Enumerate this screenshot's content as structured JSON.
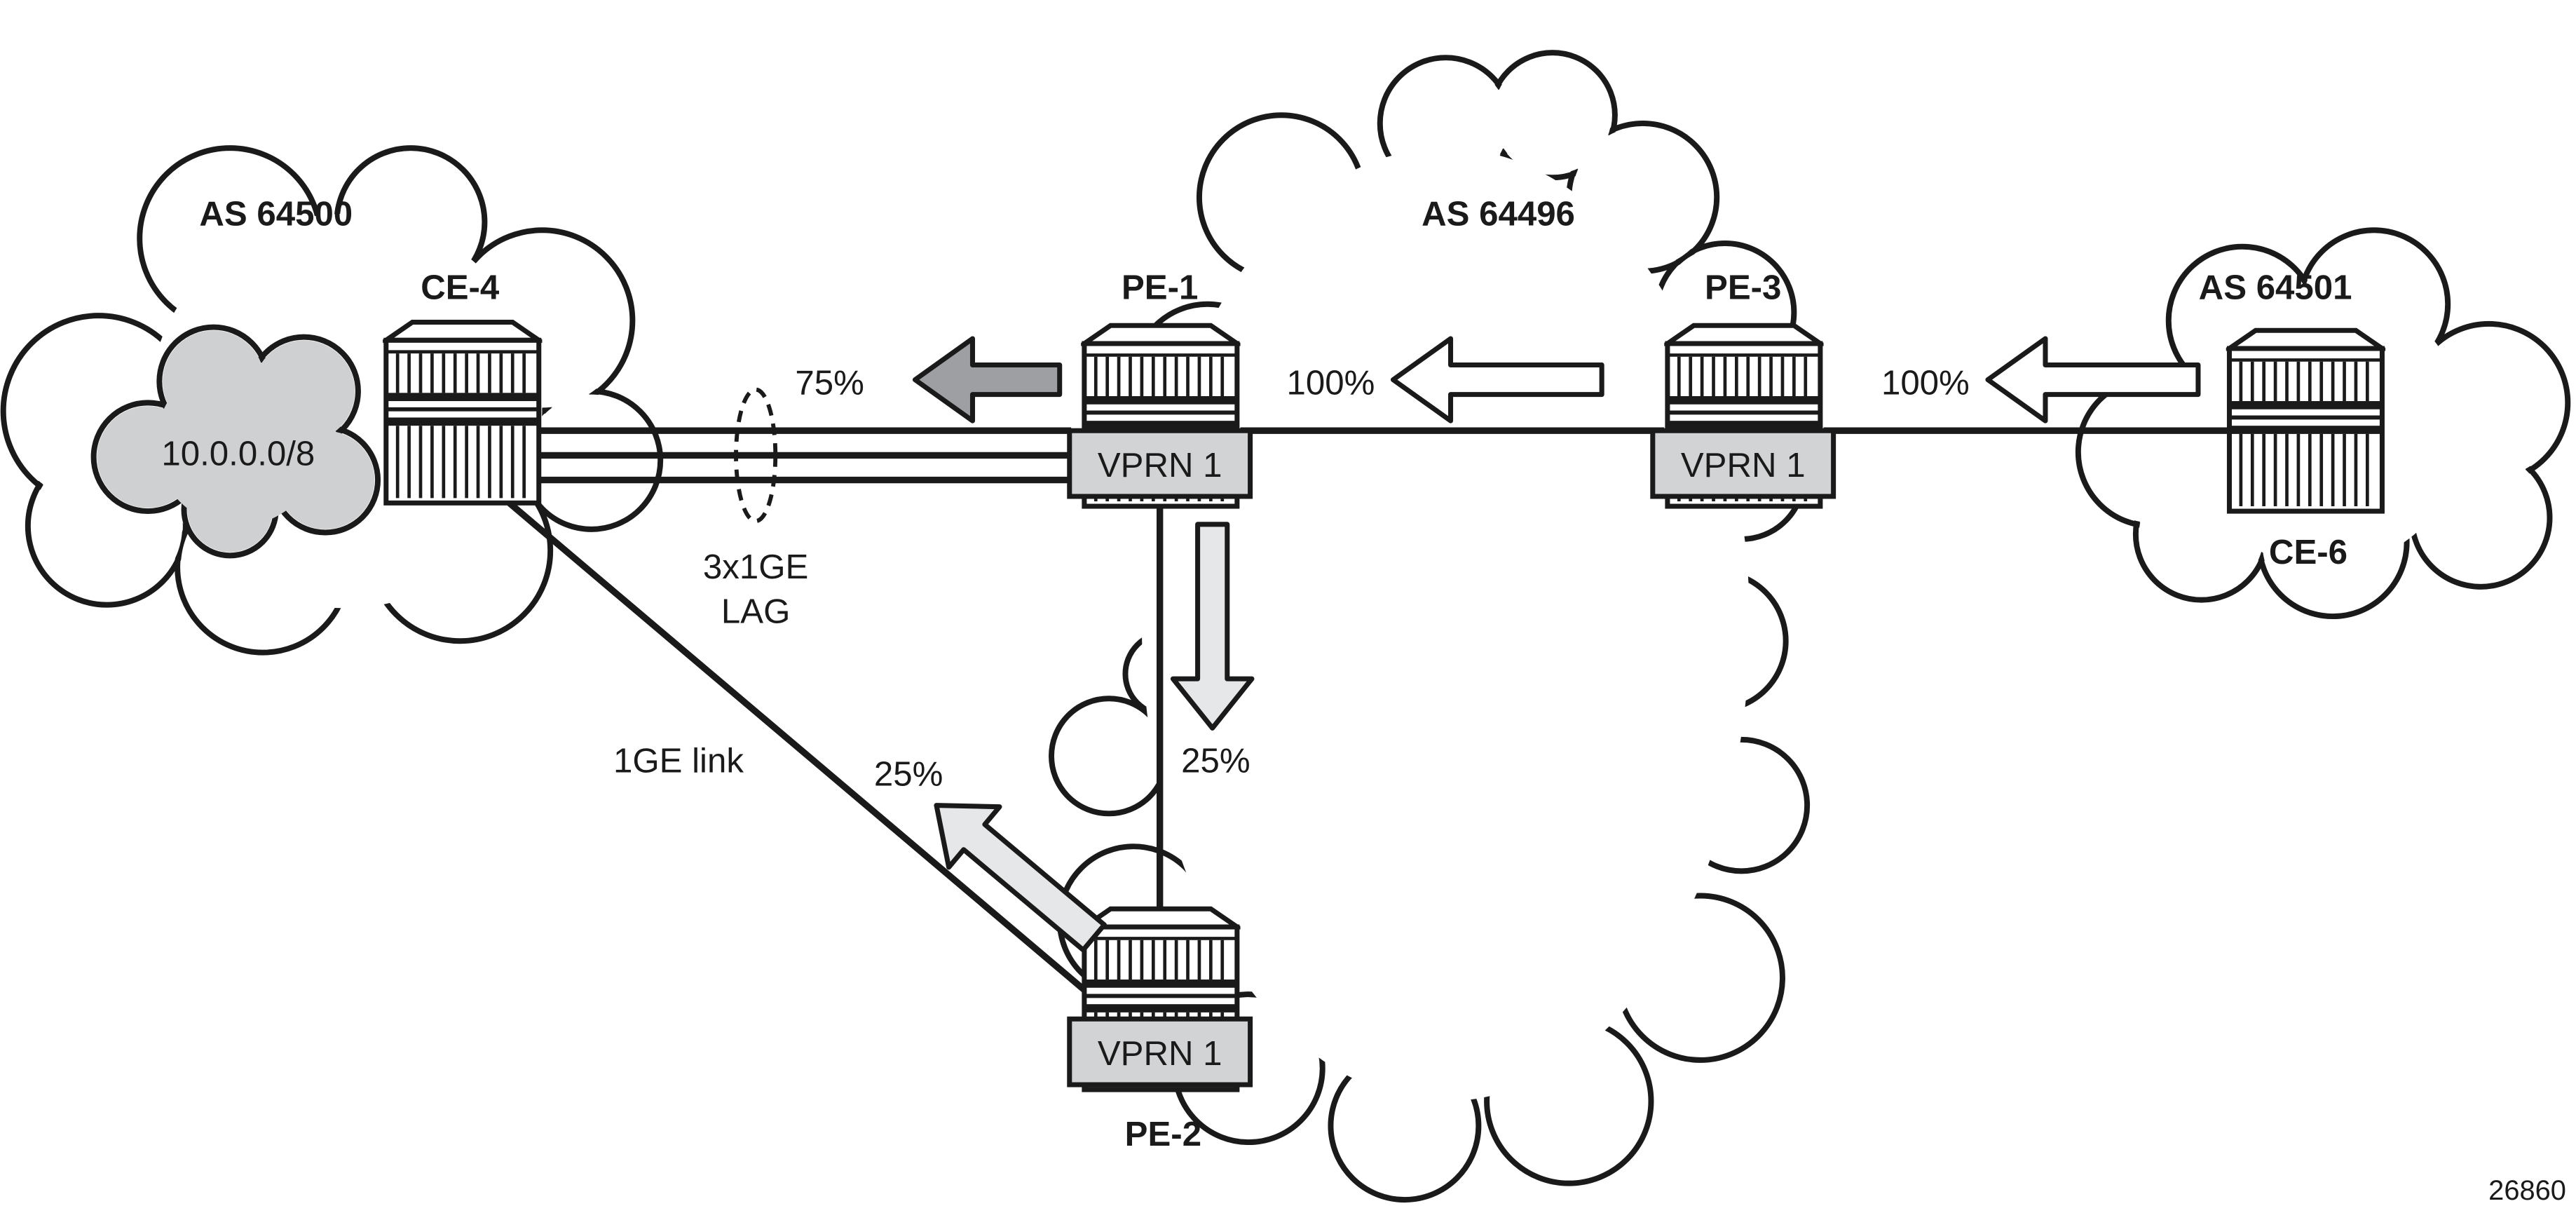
{
  "domains": [
    {
      "label": "AS 64500"
    },
    {
      "label": "AS 64496"
    },
    {
      "label": "AS 64501"
    }
  ],
  "prefix_cloud": {
    "label": "10.0.0.0/8",
    "fill": "#cfd0d2"
  },
  "nodes": {
    "ce4": {
      "label": "CE-4"
    },
    "pe1": {
      "label": "PE-1",
      "service": "VPRN 1"
    },
    "pe2": {
      "label": "PE-2",
      "service": "VPRN 1"
    },
    "pe3": {
      "label": "PE-3",
      "service": "VPRN 1"
    },
    "ce6": {
      "label": "CE-6"
    }
  },
  "links": {
    "lag": {
      "label_line1": "3x1GE",
      "label_line2": "LAG"
    },
    "ge": {
      "label": "1GE link"
    }
  },
  "traffic": {
    "pe1_to_ce4": {
      "label": "75%",
      "fill": "#9d9fa2"
    },
    "pe3_to_pe1": {
      "label": "100%",
      "fill": "#ffffff"
    },
    "ce6_to_pe3": {
      "label": "100%",
      "fill": "#ffffff"
    },
    "pe1_to_pe2": {
      "label": "25%",
      "fill": "#e6e7e8"
    },
    "pe2_to_ce4": {
      "label": "25%",
      "fill": "#e6e7e8"
    }
  },
  "colors": {
    "service_box": "#d1d3d4",
    "line": "#1a1a1a"
  },
  "figure_id": "26860"
}
